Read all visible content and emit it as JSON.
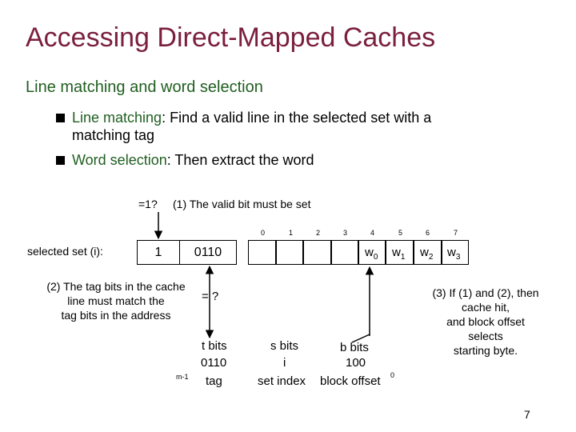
{
  "title": "Accessing Direct-Mapped Caches",
  "subtitle": "Line matching and word selection",
  "bullets": [
    {
      "highlight": "Line matching",
      "rest_line1": ": Find a valid line in the selected set with a",
      "rest_line2": "matching tag"
    },
    {
      "highlight": "Word selection",
      "rest_line1": ": Then extract the word"
    }
  ],
  "diagram": {
    "valid_check": "=1?",
    "valid_note": "(1) The valid bit must be set",
    "selected_set_label": "selected set (i):",
    "valid_bit": "1",
    "tag_value": "0110",
    "byte_indices": [
      "0",
      "1",
      "2",
      "3",
      "4",
      "5",
      "6",
      "7"
    ],
    "words": [
      {
        "base": "w",
        "sub": "0"
      },
      {
        "base": "w",
        "sub": "1"
      },
      {
        "base": "w",
        "sub": "2"
      },
      {
        "base": "w",
        "sub": "3"
      }
    ],
    "tag_note": [
      "(2) The tag bits in the cache",
      "line must match the",
      "tag bits in the address"
    ],
    "tag_compare": "= ?",
    "hit_note": [
      "(3) If (1) and (2), then",
      "cache hit,",
      "and block offset",
      "selects",
      "starting byte."
    ],
    "address": {
      "t_bits": "t bits",
      "tag_value": "0110",
      "tag_label": "tag",
      "m1": "m-1",
      "s_bits": "s bits",
      "i": "i",
      "set_index": "set index",
      "b_bits": "b bits",
      "offset_value": "100",
      "block_offset": "block offset",
      "zero": "0"
    }
  },
  "page_number": "7"
}
